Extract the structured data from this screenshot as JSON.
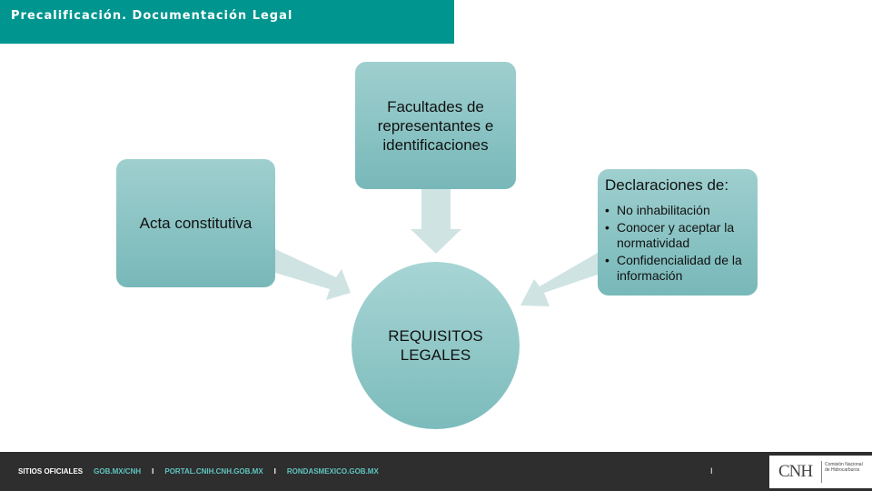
{
  "header": {
    "title": "Precalificación. Documentación Legal"
  },
  "diagram": {
    "top_box": "Facultades de representantes e identificaciones",
    "left_box": "Acta constitutiva",
    "right_box": {
      "heading": "Declaraciones de:",
      "items": [
        "No inhabilitación",
        "Conocer y aceptar la normatividad",
        "Confidencialidad de la información"
      ]
    },
    "center": "REQUISITOS LEGALES"
  },
  "colors": {
    "title_bar": "#00958f",
    "box": "#86c1c2",
    "arrow": "#cfe3e3",
    "footer": "#2e2e2e",
    "link": "#5fc4bf"
  },
  "footer": {
    "label": "SITIOS OFICIALES",
    "links": [
      "GOB.MX/CNH",
      "PORTAL.CNIH.CNH.GOB.MX",
      "RONDASMEXICO.GOB.MX"
    ],
    "separator": "I",
    "page_marker": "I",
    "logo_mark": "CNH",
    "logo_text": "Comisión Nacional de Hidrocarburos"
  }
}
